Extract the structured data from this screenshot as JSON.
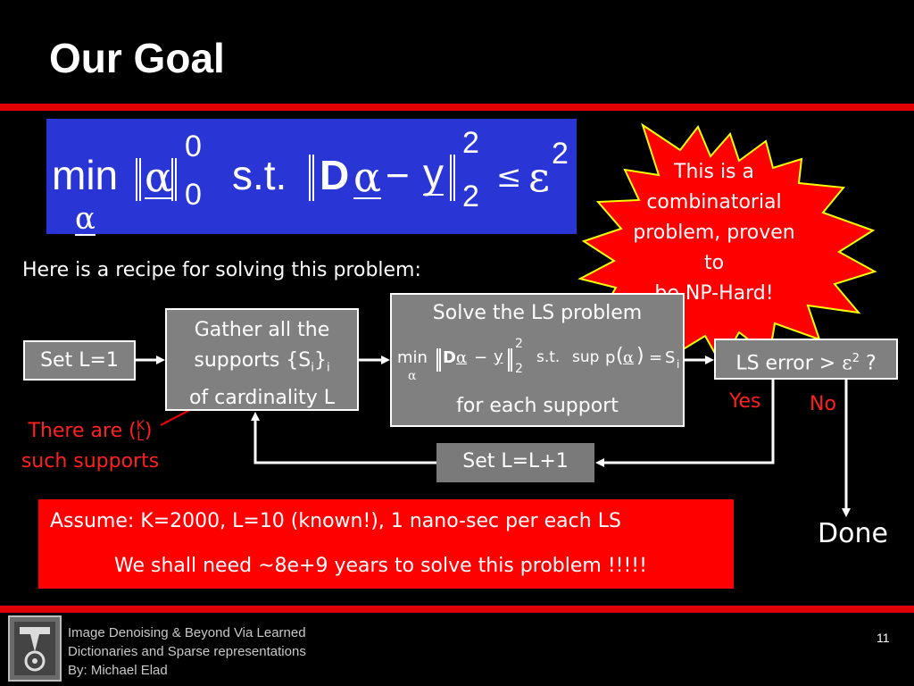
{
  "slide": {
    "title": "Our Goal",
    "page_number": "11"
  },
  "formula": {
    "min": "min",
    "alpha": "α",
    "sup0": "0",
    "sub0": "0",
    "st": "s.t.",
    "D": "D",
    "minus": "−",
    "y": "y",
    "sup2": "2",
    "sub2": "2",
    "leq": "≤",
    "eps": "ε",
    "eps_sup": "2"
  },
  "starburst": {
    "text": [
      "This is a",
      "combinatorial",
      "problem, proven to",
      "be NP-Hard!"
    ]
  },
  "recipe": {
    "text": "Here is a recipe for solving this problem:"
  },
  "flow": {
    "set_l1": "Set L=1",
    "gather_line1": "Gather all the",
    "gather_line2_pre": "supports {S",
    "gather_sub_i": "i",
    "gather_line2_post": "}",
    "gather_sub_i2": "i",
    "gather_line3": "of cardinality L",
    "solve_title": "Solve the LS problem",
    "solve_min": "min",
    "solve_D": "D",
    "solve_alpha": "α",
    "solve_minus": "−",
    "solve_y": "y",
    "solve_sup2": "2",
    "solve_sub2": "2",
    "solve_st": "s.t.",
    "solve_sup": "sup",
    "solve_p": "p",
    "solve_eq": "=",
    "solve_S": "S",
    "solve_sub_i": "i",
    "solve_sub_alpha": "α",
    "solve_footer": "for each support",
    "ls_error_pre": "LS error > ",
    "ls_error_eps": "ε",
    "ls_error_sup": "2",
    "ls_error_post": " ?",
    "yes": "Yes",
    "no": "No",
    "set_l_inc": "Set L=L+1",
    "done": "Done"
  },
  "supports_note": {
    "line1_pre": "There are (",
    "K": "K",
    "L": "L",
    "line1_post": ")",
    "line2": "such supports"
  },
  "assume": {
    "line1": "Assume: K=2000, L=10 (known!), 1 nano-sec per each LS",
    "line2": "We shall need ~8e+9 years to solve this problem !!!!!"
  },
  "footer": {
    "line1": "Image Denoising & Beyond Via Learned",
    "line2": "Dictionaries and Sparse representations",
    "line3": "By: Michael Elad"
  },
  "colors": {
    "accent_red": "#ff0000",
    "formula_blue": "#2a35d6",
    "box_gray": "#808080"
  },
  "icons": {
    "arrow": "blue-right-arrow-icon",
    "logo": "technion-logo-icon"
  }
}
